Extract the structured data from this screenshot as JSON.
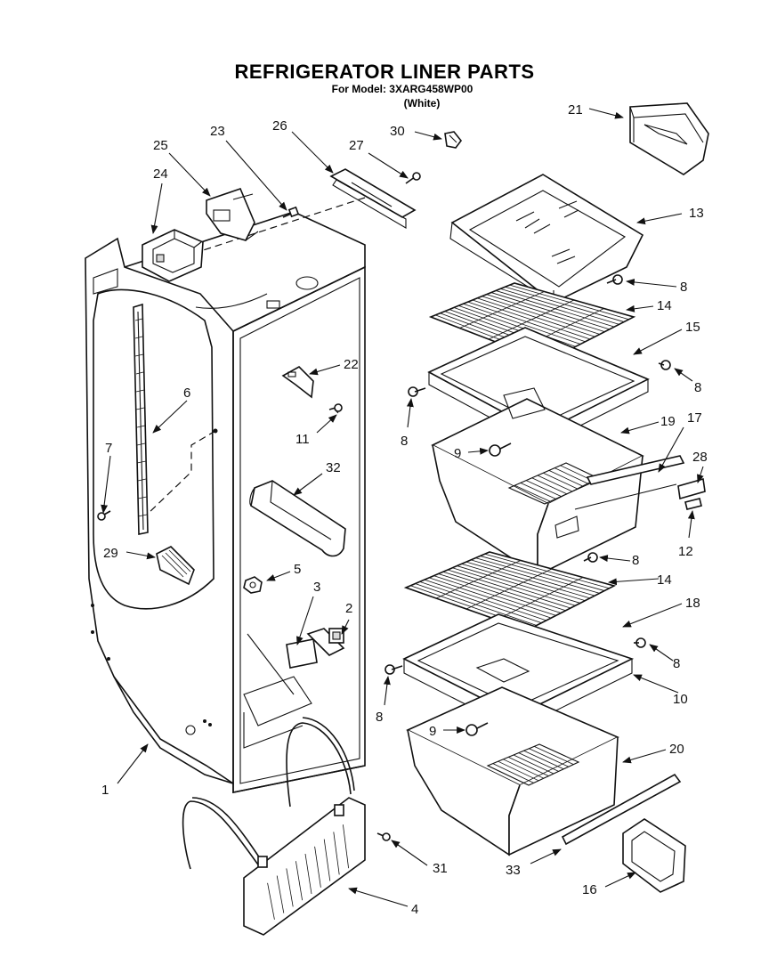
{
  "header": {
    "title": "REFRIGERATOR LINER PARTS",
    "model_line": "For Model: 3XARG458WP00",
    "color_line": "(White)"
  },
  "callouts": [
    {
      "id": "c1",
      "label": "1"
    },
    {
      "id": "c2",
      "label": "2"
    },
    {
      "id": "c3",
      "label": "3"
    },
    {
      "id": "c4",
      "label": "4"
    },
    {
      "id": "c5",
      "label": "5"
    },
    {
      "id": "c6",
      "label": "6"
    },
    {
      "id": "c7",
      "label": "7"
    },
    {
      "id": "c8a",
      "label": "8"
    },
    {
      "id": "c8b",
      "label": "8"
    },
    {
      "id": "c8c",
      "label": "8"
    },
    {
      "id": "c8d",
      "label": "8"
    },
    {
      "id": "c8e",
      "label": "8"
    },
    {
      "id": "c8f",
      "label": "8"
    },
    {
      "id": "c9a",
      "label": "9"
    },
    {
      "id": "c9b",
      "label": "9"
    },
    {
      "id": "c10",
      "label": "10"
    },
    {
      "id": "c11",
      "label": "11"
    },
    {
      "id": "c12",
      "label": "12"
    },
    {
      "id": "c13",
      "label": "13"
    },
    {
      "id": "c14a",
      "label": "14"
    },
    {
      "id": "c14b",
      "label": "14"
    },
    {
      "id": "c15",
      "label": "15"
    },
    {
      "id": "c16",
      "label": "16"
    },
    {
      "id": "c17",
      "label": "17"
    },
    {
      "id": "c18",
      "label": "18"
    },
    {
      "id": "c19",
      "label": "19"
    },
    {
      "id": "c20",
      "label": "20"
    },
    {
      "id": "c21",
      "label": "21"
    },
    {
      "id": "c22",
      "label": "22"
    },
    {
      "id": "c23",
      "label": "23"
    },
    {
      "id": "c24",
      "label": "24"
    },
    {
      "id": "c25",
      "label": "25"
    },
    {
      "id": "c26",
      "label": "26"
    },
    {
      "id": "c27",
      "label": "27"
    },
    {
      "id": "c28",
      "label": "28"
    },
    {
      "id": "c29",
      "label": "29"
    },
    {
      "id": "c30",
      "label": "30"
    },
    {
      "id": "c31",
      "label": "31"
    },
    {
      "id": "c32",
      "label": "32"
    },
    {
      "id": "c33",
      "label": "33"
    }
  ]
}
